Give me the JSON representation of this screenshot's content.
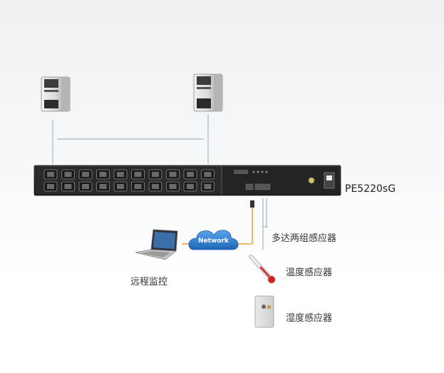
{
  "device": {
    "model": "PE5220sG"
  },
  "network": {
    "label": "Network"
  },
  "labels": {
    "multi_sensor": "多达两组感应器",
    "temperature_sensor": "温度感应器",
    "humidity_sensor": "湿度感应器",
    "remote_monitoring": "远程监控"
  },
  "colors": {
    "cable_blue": "#9fb8c8",
    "cable_orange": "#f0a23c",
    "cloud_blue": "#2f7fd0",
    "pdu_body": "#2b2b2b",
    "thermo_red": "#d6201b"
  }
}
